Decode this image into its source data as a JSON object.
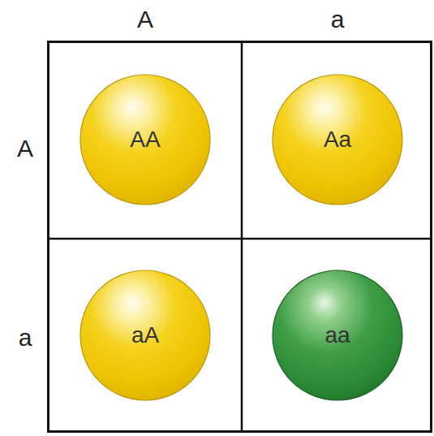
{
  "diagram": {
    "nodes": [
      {
        "text": [
          "AA"
        ]
      },
      {
        "text": [
          "Aa"
        ]
      },
      {
        "text": [
          "aA"
        ]
      },
      {
        "text": [
          "aa"
        ]
      }
    ],
    "labels": [
      "A",
      "a",
      "A",
      "a"
    ]
  }
}
